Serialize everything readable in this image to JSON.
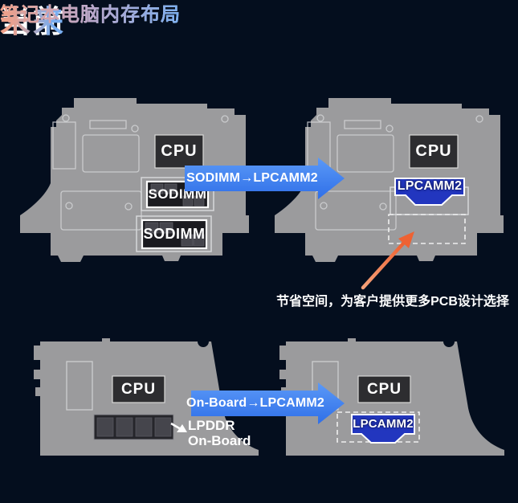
{
  "colors": {
    "bg": "#040e1e",
    "board": "#9b9b9d",
    "board_line": "#d6d8da",
    "block_dark": "#2d2d30",
    "module_dark": "#1b1b20",
    "chip_gray": "#45454c",
    "module_blue": "#2236bf",
    "arrow_blue": "#3e7ef2",
    "orange": "#ee6233",
    "text_white": "#ffffff",
    "grad_warm": "#efa089",
    "grad_cool": "#79aef1"
  },
  "header": {
    "current": {
      "title": "当前",
      "subtitle": "笔记本电脑内存布局"
    },
    "future": {
      "title": "未来",
      "subtitle": "笔记本电脑内存布局"
    }
  },
  "top_row": {
    "arrow_label": "SODIMM→LPCAMM2",
    "left_board": {
      "cpu_label": "CPU",
      "sodimm1_label": "SODIMM",
      "sodimm2_label": "SODIMM"
    },
    "right_board": {
      "cpu_label": "CPU",
      "lpcamm2_label": "LPCAMM2"
    },
    "annotation": "节省空间，为客户提供更多PCB设计选择"
  },
  "bottom_row": {
    "arrow_label": "On-Board→LPCAMM2",
    "left_board": {
      "cpu_label": "CPU",
      "lpddr_label_line1": "LPDDR",
      "lpddr_label_line2": "On-Board"
    },
    "right_board": {
      "cpu_label": "CPU",
      "lpcamm2_label": "LPCAMM2"
    }
  }
}
